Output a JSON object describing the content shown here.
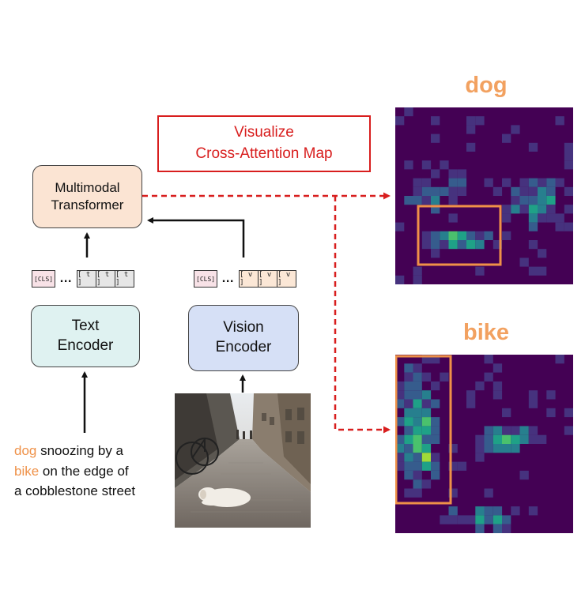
{
  "multimodal_transformer": {
    "line1": "Multimodal",
    "line2": "Transformer"
  },
  "text_encoder": {
    "line1": "Text",
    "line2": "Encoder"
  },
  "vision_encoder": {
    "line1": "Vision",
    "line2": "Encoder"
  },
  "text_tokens": {
    "cls": "[CLS]",
    "dots": "…",
    "tokens": [
      "[ t ]",
      "[ t ]",
      "[ t ]"
    ]
  },
  "vision_tokens": {
    "cls": "[CLS]",
    "dots": "…",
    "tokens": [
      "[ v ]",
      "[ v ]",
      "[ v ]"
    ]
  },
  "visualize_box": {
    "line1": "Visualize",
    "line2": "Cross-Attention Map"
  },
  "heatmaps": [
    {
      "title": "dog"
    },
    {
      "title": "bike"
    }
  ],
  "caption": {
    "w1": "dog",
    "r1": " snoozing by a",
    "w2": "bike",
    "r2": " on the edge of",
    "l3": "a cobblestone street"
  },
  "colors": {
    "highlight": "#ef9148",
    "arrow_red": "#d81e1e",
    "heatmap_bg": "#440154",
    "transformer_fill": "#fbe4d3",
    "text_encoder_fill": "#dff2f1",
    "vision_encoder_fill": "#d6e0f6"
  }
}
